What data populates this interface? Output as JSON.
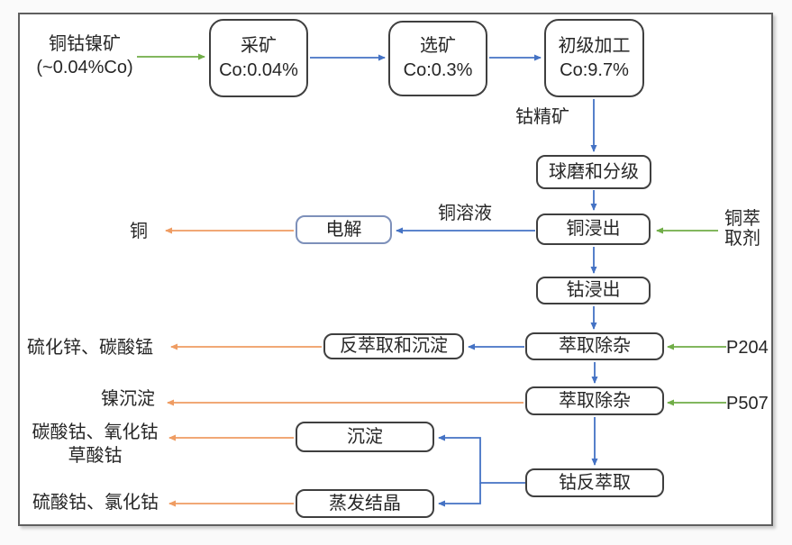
{
  "diagram": {
    "source": {
      "line1": "铜钴镍矿",
      "line2": "(~0.04%Co)"
    },
    "boxes": {
      "mining": {
        "line1": "采矿",
        "line2": "Co:0.04%"
      },
      "beneficiation": {
        "line1": "选矿",
        "line2": "Co:0.3%"
      },
      "primary_processing": {
        "line1": "初级加工",
        "line2": "Co:9.7%"
      },
      "milling": {
        "label": "球磨和分级"
      },
      "copper_leaching": {
        "label": "铜浸出"
      },
      "electrolysis": {
        "label": "电解"
      },
      "cobalt_leaching": {
        "label": "钴浸出"
      },
      "extraction_1": {
        "label": "萃取除杂"
      },
      "strip_precipitation": {
        "label": "反萃取和沉淀"
      },
      "extraction_2": {
        "label": "萃取除杂"
      },
      "cobalt_stripping": {
        "label": "钴反萃取"
      },
      "precipitation": {
        "label": "沉淀"
      },
      "evaporation": {
        "label": "蒸发结晶"
      }
    },
    "edge_labels": {
      "cobalt_concentrate": "钴精矿",
      "copper_solution": "铜溶液"
    },
    "inputs": {
      "copper_extractant": {
        "line1": "铜萃",
        "line2": "取剂"
      },
      "p204": "P204",
      "p507": "P507"
    },
    "outputs": {
      "copper": "铜",
      "zinc_manganese": "硫化锌、碳酸锰",
      "nickel": "镍沉淀",
      "cobalt_salts_line1": "碳酸钴、氧化钴",
      "cobalt_salts_line2": "草酸钴",
      "cobalt_sulfate_chloride": "硫酸钴、氯化钴"
    },
    "colors": {
      "blue": "#4472C4",
      "green": "#70AD47",
      "orange": "#EF9C62",
      "border": "#3F3F3F",
      "bluegray": "#7D90BA"
    }
  }
}
